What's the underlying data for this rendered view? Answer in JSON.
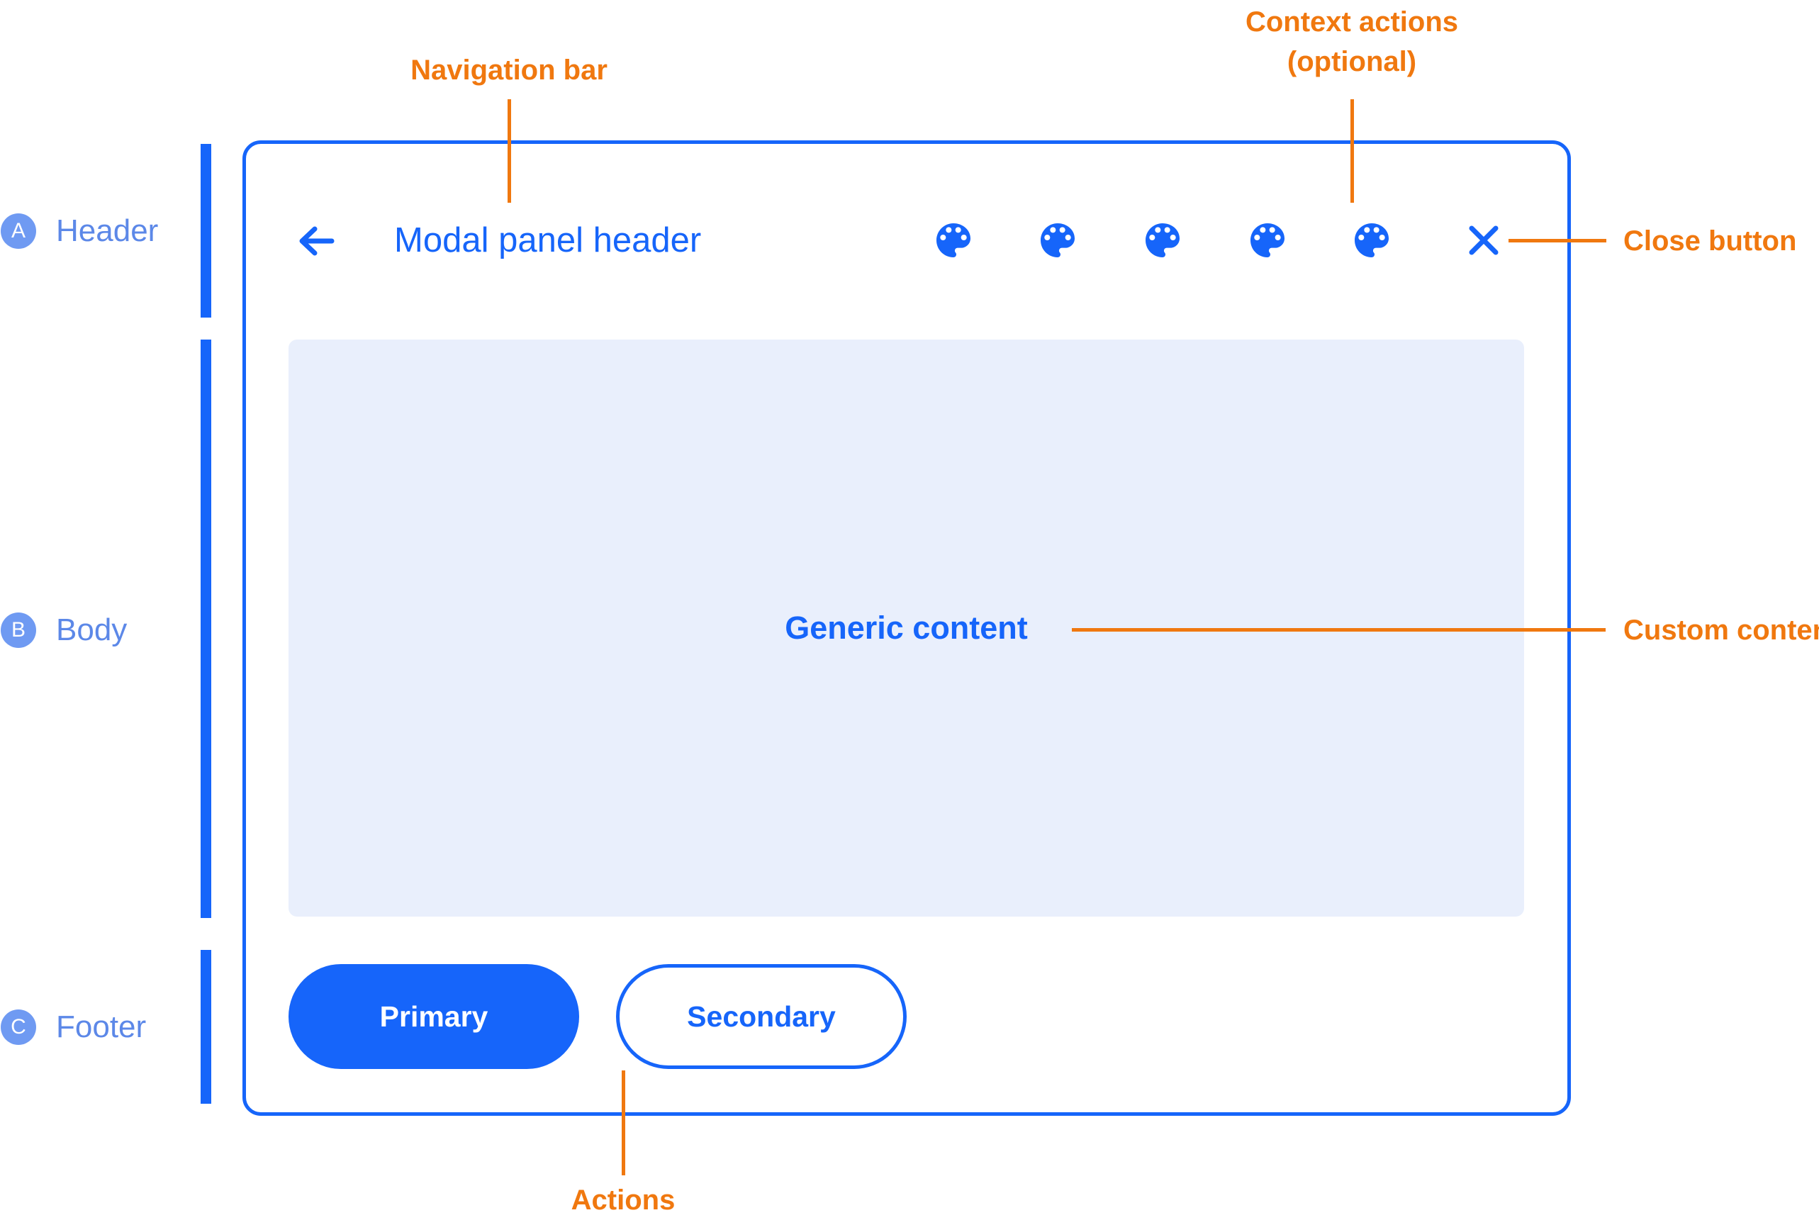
{
  "colors": {
    "accent_blue": "#1665FA",
    "side_label_blue": "#5C88E8",
    "badge_blue": "#6F9AF2",
    "content_background": "#E9EFFC",
    "annotation_orange": "#F0780F"
  },
  "sections": [
    {
      "badge": "A",
      "label": "Header"
    },
    {
      "badge": "B",
      "label": "Body"
    },
    {
      "badge": "C",
      "label": "Footer"
    }
  ],
  "modal": {
    "header": {
      "back_icon": "arrow-left-icon",
      "title": "Modal panel header",
      "context_action_icon": "palette-icon",
      "context_action_count": 5,
      "close_icon": "close-x-icon"
    },
    "body": {
      "placeholder_text": "Generic content"
    },
    "footer": {
      "primary_label": "Primary",
      "secondary_label": "Secondary"
    }
  },
  "callouts": {
    "navigation_bar": "Navigation bar",
    "context_actions_line1": "Context actions",
    "context_actions_line2": "(optional)",
    "close_button": "Close button",
    "custom_content": "Custom content",
    "actions": "Actions"
  }
}
